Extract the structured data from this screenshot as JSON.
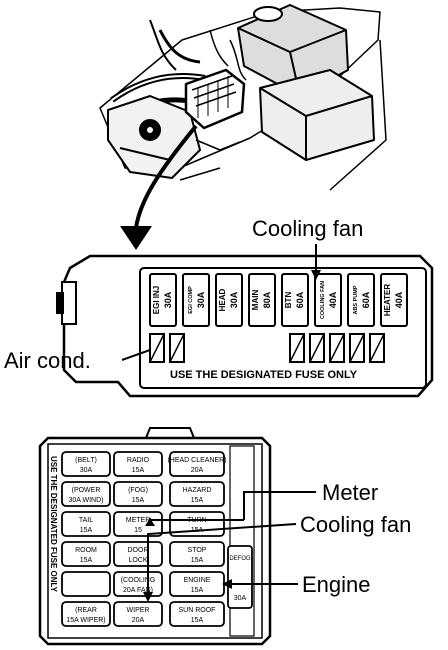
{
  "callouts": {
    "cooling_fan_top": "Cooling fan",
    "air_cond": "Air cond.",
    "meter": "Meter",
    "cooling_fan_bottom": "Cooling fan",
    "engine": "Engine"
  },
  "main_box": {
    "fuses": [
      {
        "line1": "EGI INJ",
        "line2": "30A"
      },
      {
        "line1": "EGI COMP",
        "line2": "30A"
      },
      {
        "line1": "HEAD",
        "line2": "30A"
      },
      {
        "line1": "MAIN",
        "line2": "80A"
      },
      {
        "line1": "BTN",
        "line2": "60A"
      },
      {
        "line1": "COOLING FAN",
        "line2": "40A"
      },
      {
        "line1": "ABS PUMP",
        "line2": "60A"
      },
      {
        "line1": "HEATER",
        "line2": "40A"
      }
    ],
    "notice": "USE THE DESIGNATED FUSE ONLY"
  },
  "interior_box": {
    "side_label": "USE THE DESIGNATED FUSE ONLY",
    "rows": [
      [
        {
          "line1": "(BELT)",
          "line2": "30A"
        },
        {
          "line1": "RADIO",
          "line2": "15A"
        },
        {
          "line1": "(HEAD CLEANER)",
          "line2": "20A"
        }
      ],
      [
        {
          "line1": "(POWER",
          "line2": "30A WIND)"
        },
        {
          "line1": "(FOG)",
          "line2": "15A"
        },
        {
          "line1": "HAZARD",
          "line2": "15A"
        }
      ],
      [
        {
          "line1": "TAIL",
          "line2": "15A"
        },
        {
          "line1": "METER",
          "line2": "15"
        },
        {
          "line1": "TURN",
          "line2": "15A"
        }
      ],
      [
        {
          "line1": "ROOM",
          "line2": "15A"
        },
        {
          "line1": "DOOR",
          "line2": "LOCK"
        },
        {
          "line1": "STOP",
          "line2": "15A"
        }
      ],
      [
        {
          "line1": "",
          "line2": ""
        },
        {
          "line1": "(COOLING",
          "line2": "20A FAN)"
        },
        {
          "line1": "ENGINE",
          "line2": "15A"
        }
      ],
      [
        {
          "line1": "(REAR",
          "line2": "15A WIPER)"
        },
        {
          "line1": "WIPER",
          "line2": "20A"
        },
        {
          "line1": "SUN ROOF",
          "line2": "15A"
        }
      ]
    ],
    "side_fuse": {
      "line1": "DEFOG",
      "line2": "30A"
    }
  },
  "colors": {
    "ink": "#000000",
    "paper": "#ffffff"
  }
}
